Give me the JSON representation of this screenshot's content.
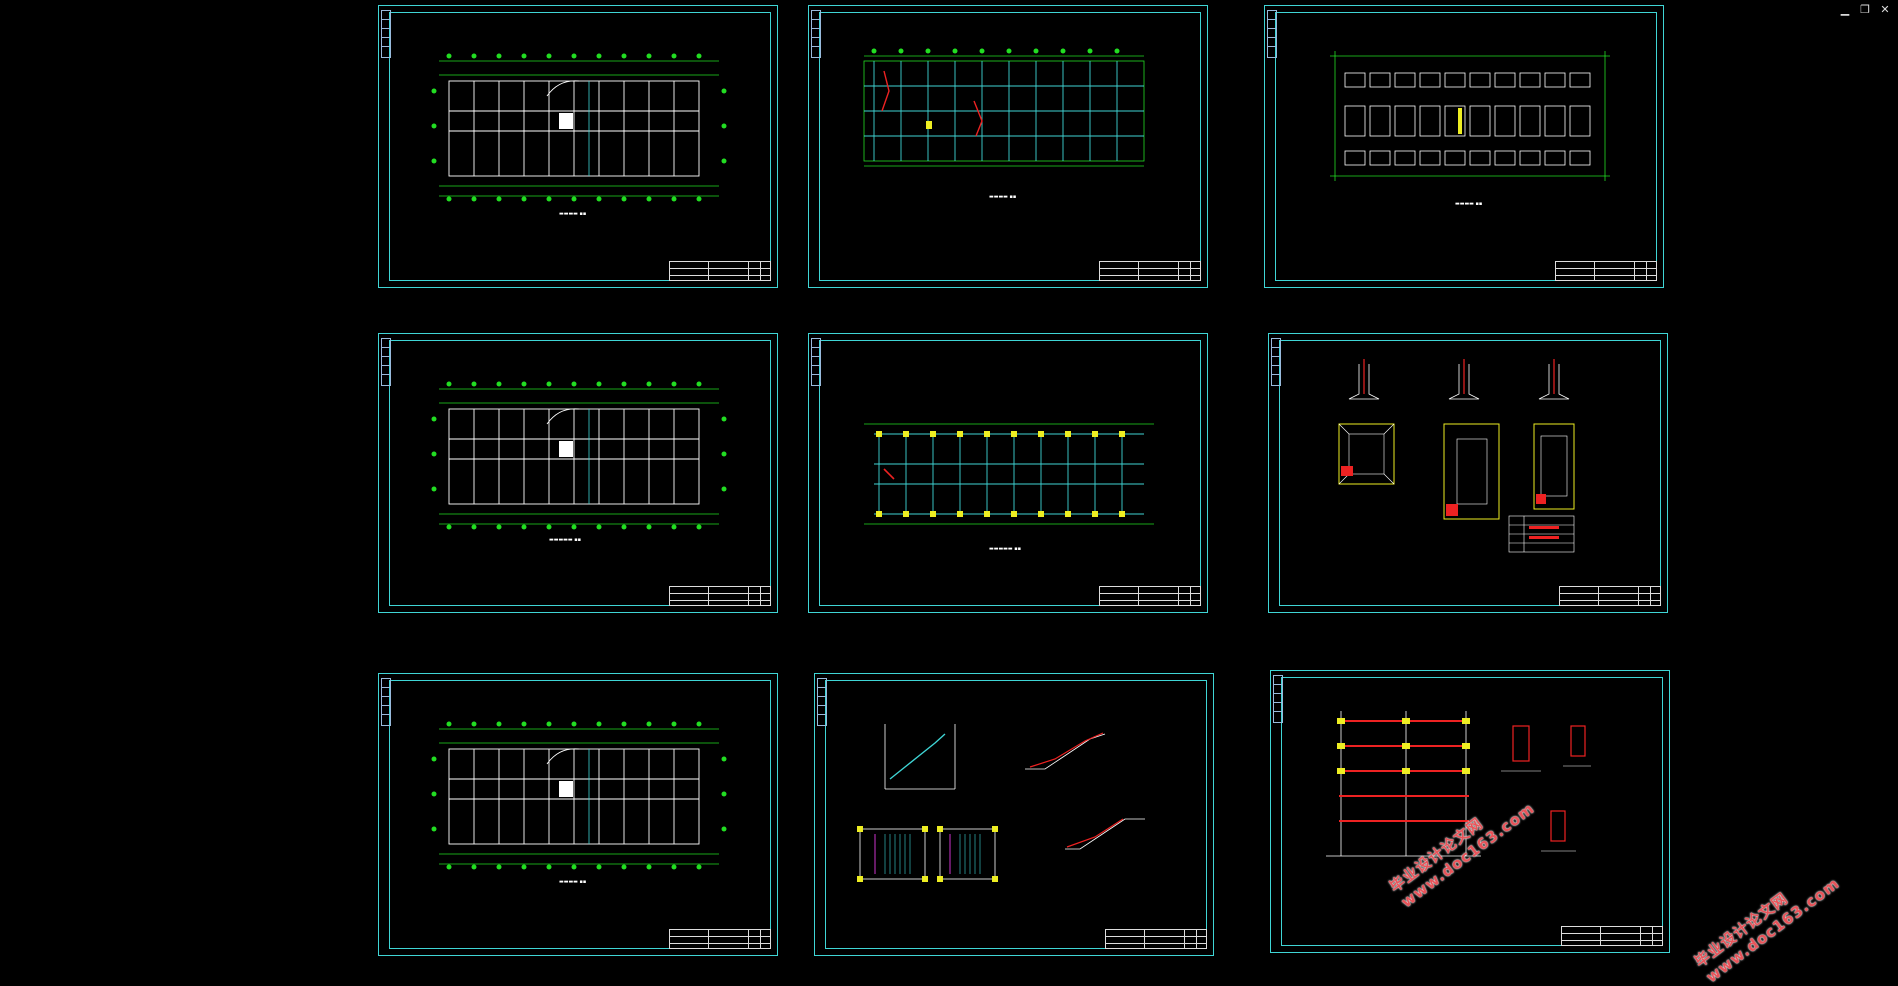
{
  "window": {
    "controls": [
      "minimize",
      "restore",
      "close"
    ],
    "control_icons": {
      "minimize": "▁",
      "restore": "❐",
      "close": "✕"
    }
  },
  "colors": {
    "background": "#000000",
    "frame": "#3fd5d5",
    "grid": "#22dd22",
    "wall": "#ffffff",
    "red": "#ee2222",
    "yellow": "#eeee22",
    "cyan": "#3fd5d5",
    "watermark": "#e8545a"
  },
  "watermarks": [
    {
      "cn": "毕业设计论文网",
      "url": "www.doc163.com"
    },
    {
      "cn": "毕业设计论文网",
      "url": "www.doc163.com"
    }
  ]
}
